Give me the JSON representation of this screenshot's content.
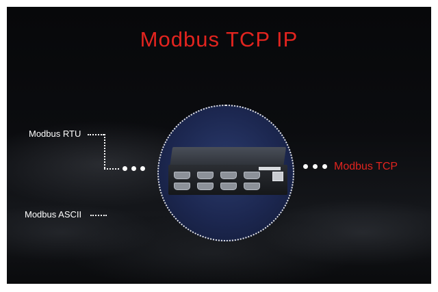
{
  "heading": {
    "title": "Modbus TCP IP"
  },
  "protocols": {
    "rtu": "Modbus RTU",
    "ascii": "Modbus ASCII",
    "tcp": "Modbus TCP"
  },
  "colors": {
    "accent_red": "#e2241f",
    "text_white": "#ffffff",
    "circle_blue": "#1c2750"
  },
  "device": {
    "icon": "serial-to-ethernet-gateway-icon",
    "serial_ports": 8,
    "ethernet_ports": 1
  }
}
